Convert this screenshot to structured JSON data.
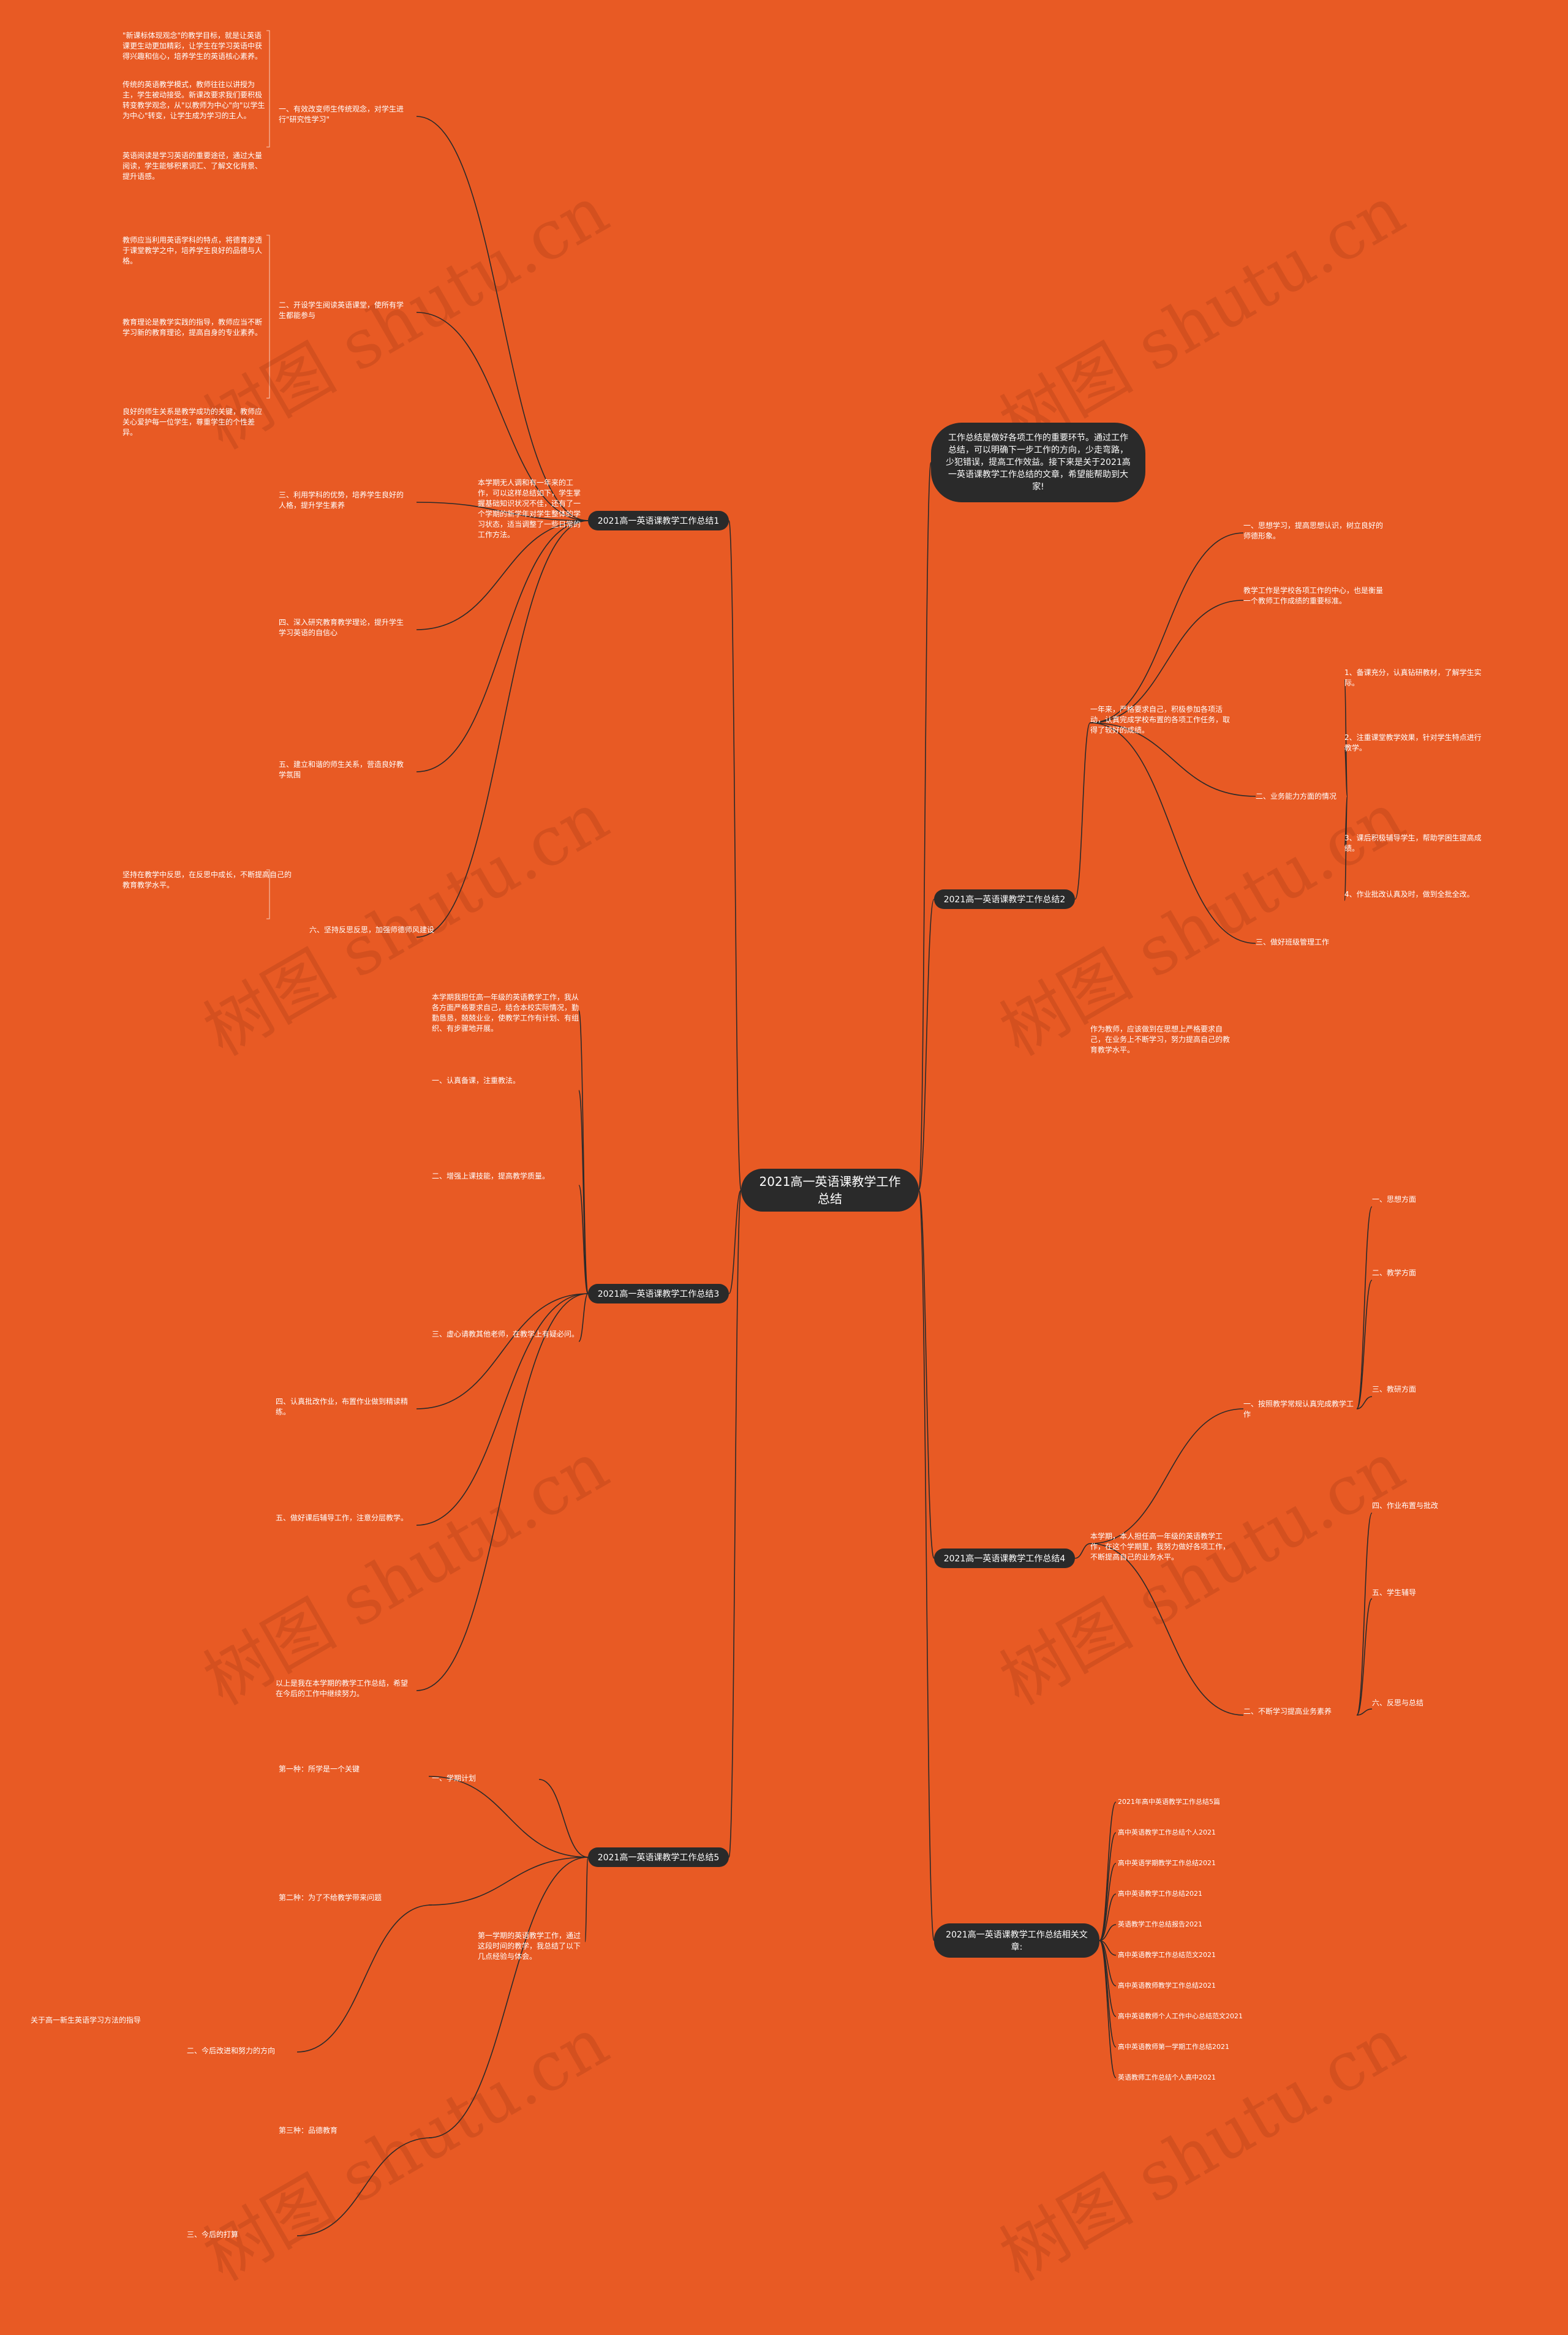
{
  "root_title": "2021高一英语课教学工作总结",
  "intro_text": "工作总结是做好各项工作的重要环节。通过工作总结，可以明确下一步工作的方向，少走弯路，少犯错误，提高工作效益。接下来是关于2021高一英语课教学工作总结的文章，希望能帮助到大家!",
  "watermark": "树图 shutu.cn",
  "branches": {
    "b1": "2021高一英语课教学工作总结1",
    "b2": "2021高一英语课教学工作总结2",
    "b3": "2021高一英语课教学工作总结3",
    "b4": "2021高一英语课教学工作总结4",
    "b5": "2021高一英语课教学工作总结5",
    "b6": "2021高一英语课教学工作总结相关文章:"
  },
  "b1": {
    "intro": "本学期无人调和有一年来的工作，可以这样总结如下，学生掌握基础知识状况不佳，还有了一个学期的新学年对学生整体的学习状态，适当调整了一些日常的工作方法。",
    "subs": [
      "一、有效改变师生传统观念，对学生进行\"研究性学习\"",
      "二、开设学生阅读英语课堂，使所有学生都能参与",
      "三、利用学科的优势，培养学生良好的人格，提升学生素养",
      "四、深入研究教育教学理论，提升学生学习英语的自信心",
      "五、建立和谐的师生关系，营造良好教学氛围",
      "六、坚持反思反思，加强师德师风建设"
    ],
    "notes": [
      "\"新课标体现观念\"的教学目标，就是让英语课更生动更加精彩，让学生在学习英语中获得兴趣和信心，培养学生的英语核心素养。",
      "传统的英语教学模式，教师往往以讲授为主，学生被动接受。新课改要求我们要积极转变教学观念，从\"以教师为中心\"向\"以学生为中心\"转变，让学生成为学习的主人。",
      "英语阅读是学习英语的重要途径，通过大量阅读，学生能够积累词汇、了解文化背景、提升语感。",
      "教师应当利用英语学科的特点，将德育渗透于课堂教学之中，培养学生良好的品德与人格。",
      "教育理论是教学实践的指导，教师应当不断学习新的教育理论，提高自身的专业素养。",
      "良好的师生关系是教学成功的关键，教师应关心爱护每一位学生，尊重学生的个性差异。",
      "坚持在教学中反思，在反思中成长，不断提高自己的教育教学水平。"
    ]
  },
  "b2": {
    "intro": "一年来，严格要求自己，积极参加各项活动，认真完成学校布置的各项工作任务，取得了较好的成绩。",
    "notes": [
      "一、思想学习，提高思想认识，树立良好的师德形象。",
      "教学工作是学校各项工作的中心，也是衡量一个教师工作成绩的重要标准。"
    ],
    "mid": "二、业务能力方面的情况",
    "leafs": [
      "1、备课充分，认真钻研教材，了解学生实际。",
      "2、注重课堂教学效果，针对学生特点进行教学。",
      "3、课后积极辅导学生，帮助学困生提高成绩。",
      "4、作业批改认真及时，做到全批全改。"
    ],
    "end": "三、做好班级管理工作",
    "close": "作为教师，应该做到在思想上严格要求自己，在业务上不断学习，努力提高自己的教育教学水平。"
  },
  "b3": {
    "intro": "本学期我担任高一年级的英语教学工作，我从各方面严格要求自己，结合本校实际情况，勤勤恳恳，兢兢业业，使教学工作有计划、有组织、有步骤地开展。",
    "notes": [
      "一、认真备课，注重教法。",
      "二、增强上课技能，提高教学质量。",
      "三、虚心请教其他老师，在教学上有疑必问。",
      "四、认真批改作业，布置作业做到精读精练。",
      "五、做好课后辅导工作，注意分层教学。",
      "以上是我在本学期的教学工作总结，希望在今后的工作中继续努力。"
    ]
  },
  "b4": {
    "intro": "本学期，本人担任高一年级的英语教学工作，在这个学期里，我努力做好各项工作，不断提高自己的业务水平。",
    "subs": [
      "一、按照教学常规认真完成教学工作",
      "二、不断学习提高业务素养"
    ],
    "notes": [
      "一、思想方面",
      "二、教学方面",
      "三、教研方面",
      "四、作业布置与批改",
      "五、学生辅导",
      "六、反思与总结"
    ]
  },
  "b5": {
    "intro": "第一学期的英语教学工作，通过这段时间的教学，我总结了以下几点经验与体会。",
    "subs": [
      "一、学期计划",
      "二、今后改进和努力的方向",
      "三、今后的打算"
    ],
    "notes": [
      "第一种：所学是一个关键",
      "第二种：为了不给教学带来问题",
      "第三种：品德教育",
      "关于高一新生英语学习方法的指导"
    ]
  },
  "b6": {
    "links": [
      "2021年高中英语教学工作总结5篇",
      "高中英语教学工作总结个人2021",
      "高中英语学期教学工作总结2021",
      "高中英语教学工作总结2021",
      "英语教学工作总结报告2021",
      "高中英语教学工作总结范文2021",
      "高中英语教师教学工作总结2021",
      "高中英语教师个人工作中心总结范文2021",
      "高中英语教师第一学期工作总结2021",
      "英语教师工作总结个人高中2021"
    ]
  }
}
